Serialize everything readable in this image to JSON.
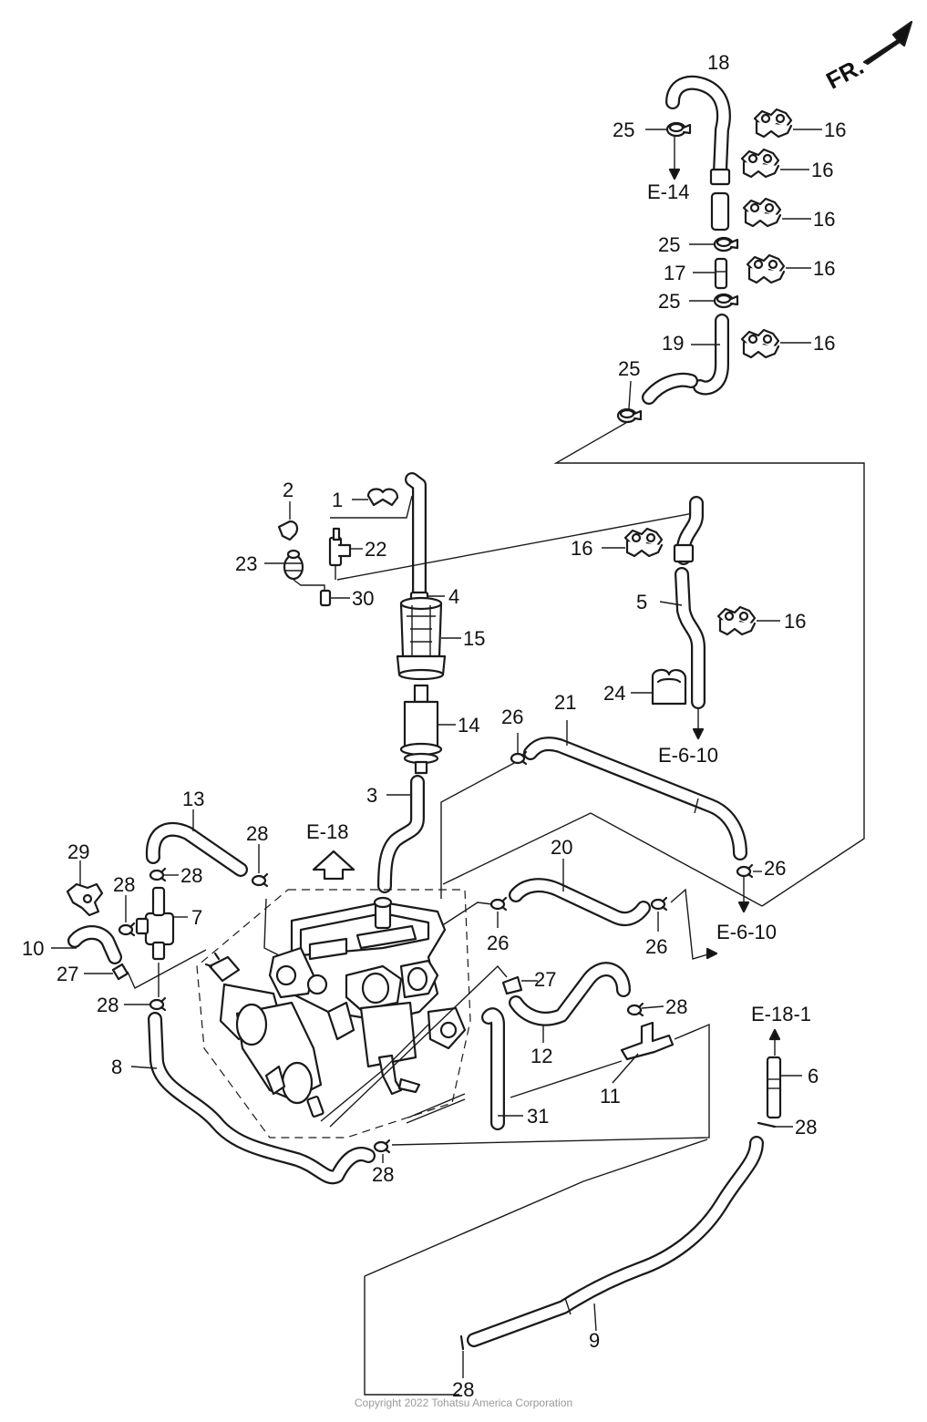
{
  "orientation": {
    "label": "FR."
  },
  "callouts": {
    "c1": "1",
    "c2": "2",
    "c3": "3",
    "c4": "4",
    "c5": "5",
    "c6": "6",
    "c7": "7",
    "c8": "8",
    "c9": "9",
    "c10": "10",
    "c11": "11",
    "c12": "12",
    "c13": "13",
    "c14": "14",
    "c15": "15",
    "c16": "16",
    "c17": "17",
    "c18": "18",
    "c19": "19",
    "c20": "20",
    "c21": "21",
    "c22": "22",
    "c23": "23",
    "c24": "24",
    "c25": "25",
    "c26": "26",
    "c27": "27",
    "c28": "28",
    "c29": "29",
    "c30": "30",
    "c31": "31"
  },
  "references": {
    "e14": "E-14",
    "e6_10": "E-6-10",
    "e18": "E-18",
    "e18_1": "E-18-1"
  },
  "footer": {
    "copyright": "Copyright 2022 Tohatsu America Corporation"
  },
  "colors": {
    "line": "#1a1a1a",
    "background": "#ffffff",
    "copyright": "#9a9a9a"
  }
}
